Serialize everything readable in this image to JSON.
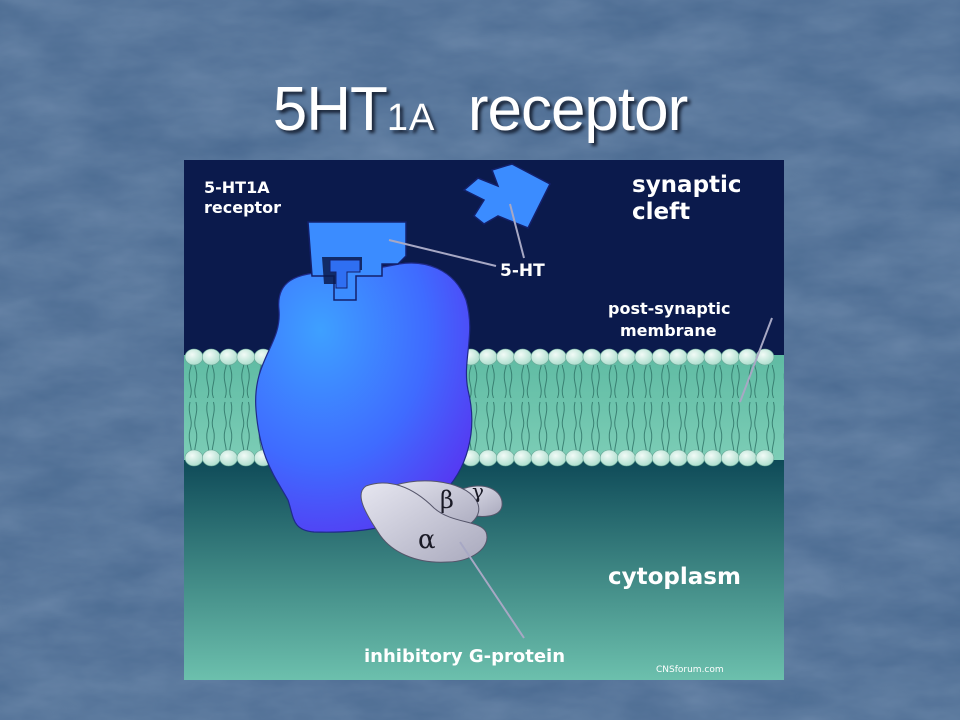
{
  "slide": {
    "title_main": "5HT",
    "title_sub": "1A",
    "title_tail": "receptor"
  },
  "diagram": {
    "labels": {
      "receptor_line1": "5-HT1A",
      "receptor_line2": "receptor",
      "synaptic_line1": "synaptic",
      "synaptic_line2": "cleft",
      "ligand": "5-HT",
      "membrane_line1": "post-synaptic",
      "membrane_line2": "membrane",
      "cytoplasm": "cytoplasm",
      "gprotein": "inhibitory G-protein",
      "credit": "CNSforum.com"
    },
    "subunits": {
      "alpha": "α",
      "beta": "β",
      "gamma": "γ"
    },
    "colors": {
      "cleft": "#0b1a4c",
      "membrane": "#6ec6ad",
      "cytoplasm_top": "#0e4a58",
      "cytoplasm_bottom": "#6cc0ad",
      "receptor": "#4a55ff",
      "receptor_light": "#3ea0ff",
      "ligand": "#3b8cff",
      "gprotein": "#c8c8d6"
    }
  }
}
